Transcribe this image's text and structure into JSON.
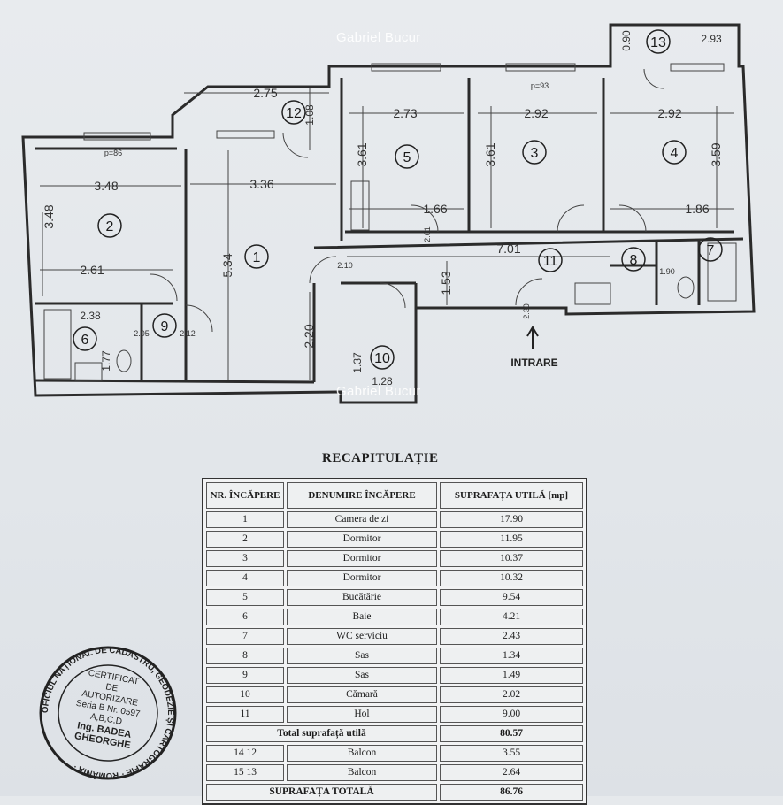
{
  "watermark": "Gabriel Bucur",
  "plan": {
    "room_numbers": [
      "1",
      "2",
      "3",
      "4",
      "5",
      "6",
      "7",
      "8",
      "9",
      "10",
      "11",
      "12",
      "13"
    ],
    "entrance_label": "INTRARE",
    "dimensions": {
      "d1": "3.48",
      "d2": "3.48",
      "d3": "2.61",
      "d4": "3.36",
      "d5": "5.34",
      "d6": "2.20",
      "d7": "2.75",
      "d8": "2.73",
      "d9": "3.61",
      "d10": "1.66",
      "d11": "2.92",
      "d12": "3.61",
      "d13": "2.92",
      "d14": "3.59",
      "d15": "1.86",
      "d16": "7.01",
      "d17": "1.53",
      "d18": "1.08",
      "d19": "0.90",
      "d20": "2.93",
      "d21": "2.38",
      "d22": "1.77",
      "d23": "1.28",
      "d24": "1.37",
      "d25": "1.90",
      "d26": "2.10",
      "d27": "2.12",
      "d28": "2.05",
      "d29": "2.01",
      "d30": "2.30"
    },
    "small_labels": {
      "p93": "p=93",
      "p86": "p=86"
    }
  },
  "recap": {
    "title": "RECAPITULAȚIE",
    "headers": {
      "nr": "NR. ÎNCĂPERE",
      "den": "DENUMIRE ÎNCĂPERE",
      "supr": "SUPRAFAȚA UTILĂ [mp]"
    },
    "rows": [
      {
        "nr": "1",
        "name": "Camera de zi",
        "area": "17.90"
      },
      {
        "nr": "2",
        "name": "Dormitor",
        "area": "11.95"
      },
      {
        "nr": "3",
        "name": "Dormitor",
        "area": "10.37"
      },
      {
        "nr": "4",
        "name": "Dormitor",
        "area": "10.32"
      },
      {
        "nr": "5",
        "name": "Bucătărie",
        "area": "9.54"
      },
      {
        "nr": "6",
        "name": "Baie",
        "area": "4.21"
      },
      {
        "nr": "7",
        "name": "WC serviciu",
        "area": "2.43"
      },
      {
        "nr": "8",
        "name": "Sas",
        "area": "1.34"
      },
      {
        "nr": "9",
        "name": "Sas",
        "area": "1.49"
      },
      {
        "nr": "10",
        "name": "Cămară",
        "area": "2.02"
      },
      {
        "nr": "11",
        "name": "Hol",
        "area": "9.00"
      }
    ],
    "total_util": {
      "label": "Total suprafață utilă",
      "area": "80.57"
    },
    "balconies": [
      {
        "nr": "14 12",
        "name": "Balcon",
        "area": "3.55"
      },
      {
        "nr": "15 13",
        "name": "Balcon",
        "area": "2.64"
      }
    ],
    "total": {
      "label": "SUPRAFAȚA TOTALĂ",
      "area": "86.76"
    }
  },
  "stamp": {
    "ring": "OFICIUL NAȚIONAL DE CADASTRU, GEODEZIE ȘI CARTOGRAFIE · ROMÂNIA ·",
    "line1": "CERTIFICAT",
    "line2": "DE",
    "line3": "AUTORIZARE",
    "line4": "Seria B Nr. 0597",
    "line5": "A,B,C,D",
    "line6": "Ing. BADEA",
    "line7": "GHEORGHE"
  }
}
